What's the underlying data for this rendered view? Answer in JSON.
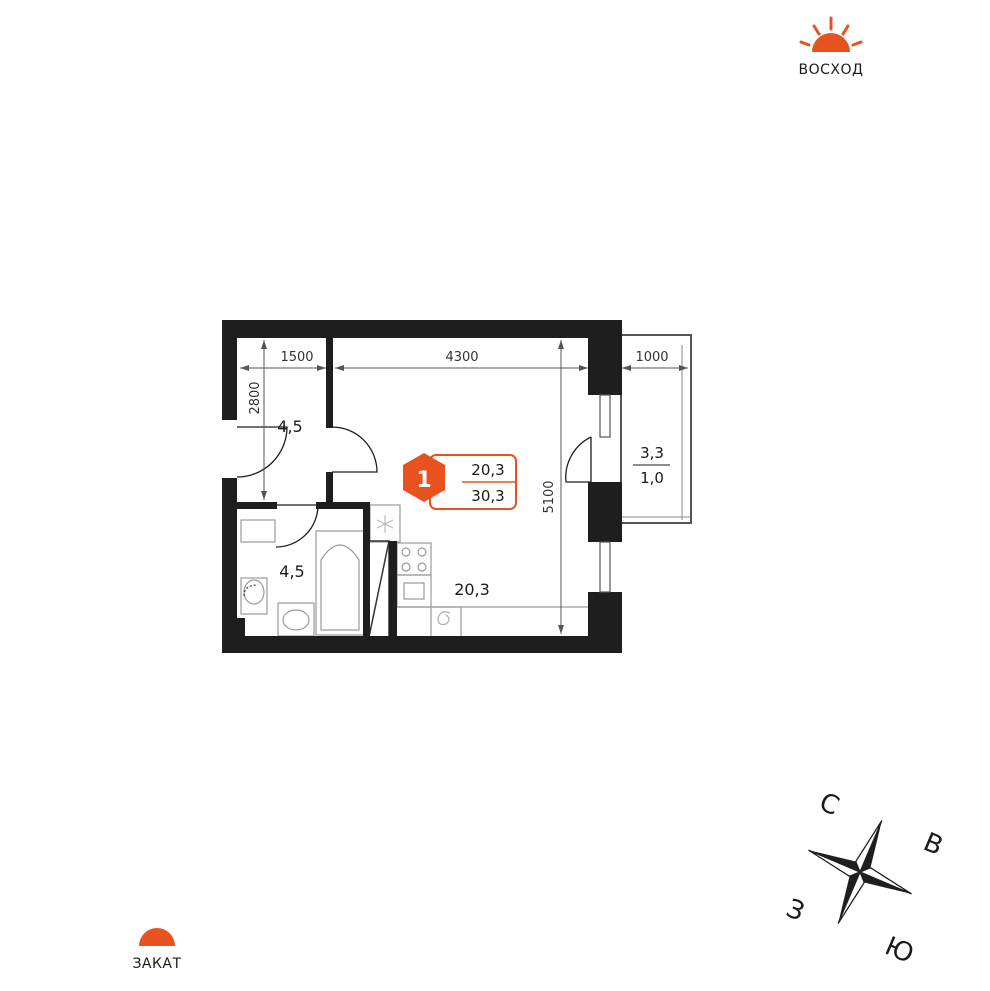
{
  "sunrise": {
    "label": "ВОСХОД"
  },
  "sunset": {
    "label": "ЗАКАТ"
  },
  "apartment": {
    "rooms_count": "1",
    "living_area": "20,3",
    "total_area": "30,3"
  },
  "rooms": {
    "hall": "4,5",
    "bathroom": "4,5",
    "living": "20,3",
    "balcony_area": "3,3",
    "balcony_coef": "1,0"
  },
  "dimensions": {
    "hall_width": "1500",
    "living_width": "4300",
    "balcony_width": "1000",
    "hall_length": "2800",
    "living_length": "5100"
  },
  "compass": {
    "north": "С",
    "east": "В",
    "south": "Ю",
    "west": "З"
  },
  "colors": {
    "accent": "#E8521E",
    "wall": "#1e1e1e",
    "line": "#9a9a9a"
  }
}
